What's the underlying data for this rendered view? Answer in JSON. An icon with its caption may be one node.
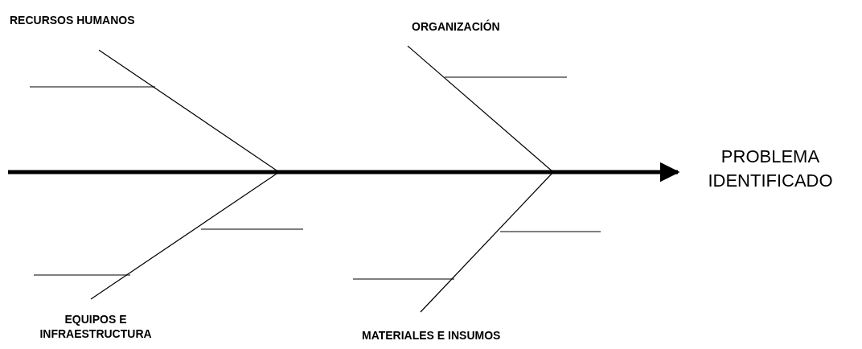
{
  "diagram": {
    "nodes": [
      {
        "text": [
          "RECURSOS HUMANOS"
        ]
      },
      {
        "text": [
          "ORGANIZACIÓN"
        ]
      },
      {
        "text": [
          "EQUIPOS E INFRAESTRUCTURA"
        ]
      },
      {
        "text": [
          "MATERIALES E INSUMOS"
        ]
      },
      {
        "text": [
          "PROBLEMA IDENTIFICADO"
        ]
      }
    ],
    "edges": [
      {
        "from": null,
        "to": 4,
        "arrow": "to",
        "style": "thick"
      },
      {
        "from": 0,
        "to": null,
        "arrow": "none"
      },
      {
        "from": 1,
        "to": null,
        "arrow": "none"
      },
      {
        "from": 2,
        "to": null,
        "arrow": "none"
      },
      {
        "from": 3,
        "to": null,
        "arrow": "none"
      }
    ]
  }
}
